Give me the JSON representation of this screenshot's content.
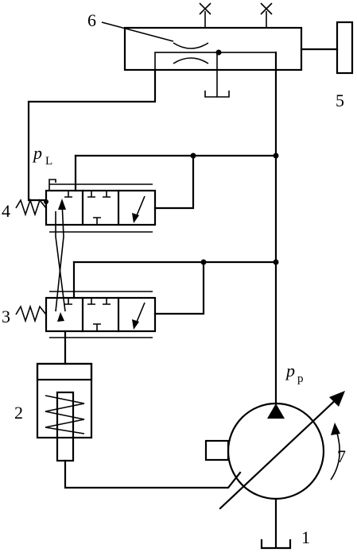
{
  "labels": {
    "pump": "1",
    "cylinder": "2",
    "valve_lower": "3",
    "valve_upper": "4",
    "load": "5",
    "throttle": "6",
    "rotation": "7",
    "p_load": "p",
    "p_load_sub": "L",
    "p_pump": "p",
    "p_pump_sub": "p"
  }
}
